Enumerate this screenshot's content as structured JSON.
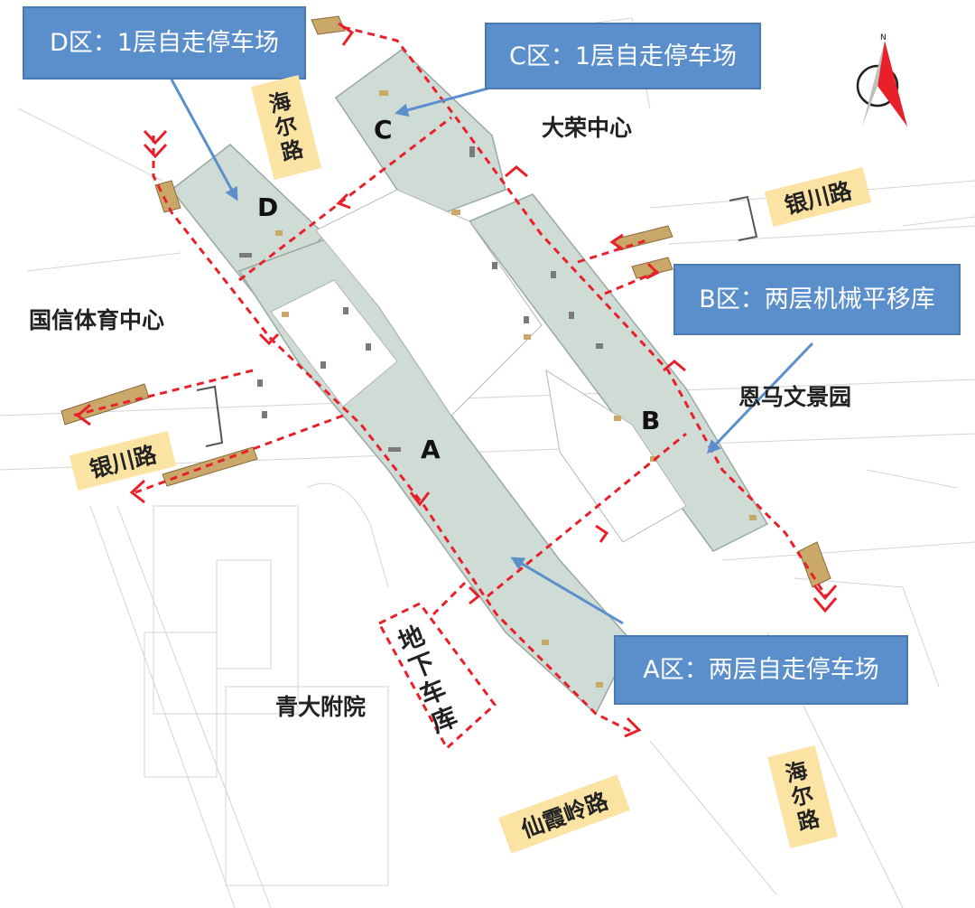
{
  "callouts": {
    "d": "D区：1层自走停车场",
    "c": "C区：1层自走停车场",
    "b": "B区：两层机械平移库",
    "a": "A区：两层自走停车场"
  },
  "zones": {
    "a": "A",
    "b": "B",
    "c": "C",
    "d": "D"
  },
  "roads": {
    "haier_top": "海尔路",
    "yinchuan_right": "银川路",
    "yinchuan_left": "银川路",
    "xianxialing": "仙霞岭路",
    "haier_bottom": "海尔路"
  },
  "places": {
    "darong": "大荣中心",
    "guoxin": "国信体育中心",
    "enma": "恩马文景园",
    "qingda": "青大附院",
    "underground": "地下车库"
  },
  "compass": {
    "north": "N"
  },
  "colors": {
    "zone_fill": "#cfdcd6",
    "route": "#e8202a",
    "callout": "#5b8fcc",
    "road_label": "#fbe3a4"
  }
}
